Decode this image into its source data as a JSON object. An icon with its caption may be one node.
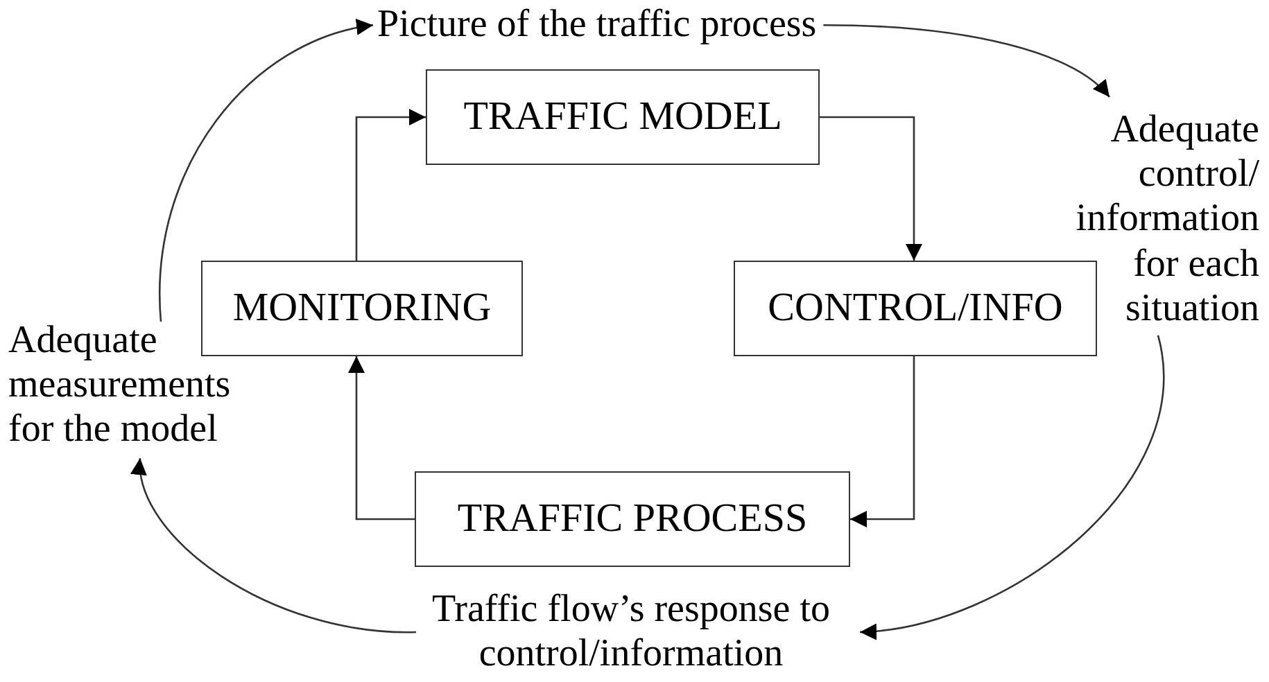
{
  "diagram": {
    "nodes": [
      {
        "text": [
          "TRAFFIC MODEL"
        ]
      },
      {
        "text": [
          "CONTROL/INFO"
        ]
      },
      {
        "text": [
          "TRAFFIC PROCESS"
        ]
      },
      {
        "text": [
          "MONITORING"
        ]
      },
      {
        "text": [
          "Picture of the traffic process"
        ]
      },
      {
        "text": [
          "Adequate control/ information for each situation"
        ]
      },
      {
        "text": [
          "Traffic flow’s response to control/information"
        ]
      },
      {
        "text": [
          "Adequate measurements for the model"
        ]
      }
    ],
    "edges": [
      {
        "from": 3,
        "to": 0,
        "arrow": "to"
      },
      {
        "from": 0,
        "to": 1,
        "arrow": "to"
      },
      {
        "from": 1,
        "to": 2,
        "arrow": "to"
      },
      {
        "from": 2,
        "to": 3,
        "arrow": "to"
      },
      {
        "from": 7,
        "to": 4,
        "arrow": "to"
      },
      {
        "from": 4,
        "to": 5,
        "arrow": "to"
      },
      {
        "from": 5,
        "to": 6,
        "arrow": "to"
      },
      {
        "from": 6,
        "to": 7,
        "arrow": "to"
      }
    ]
  }
}
